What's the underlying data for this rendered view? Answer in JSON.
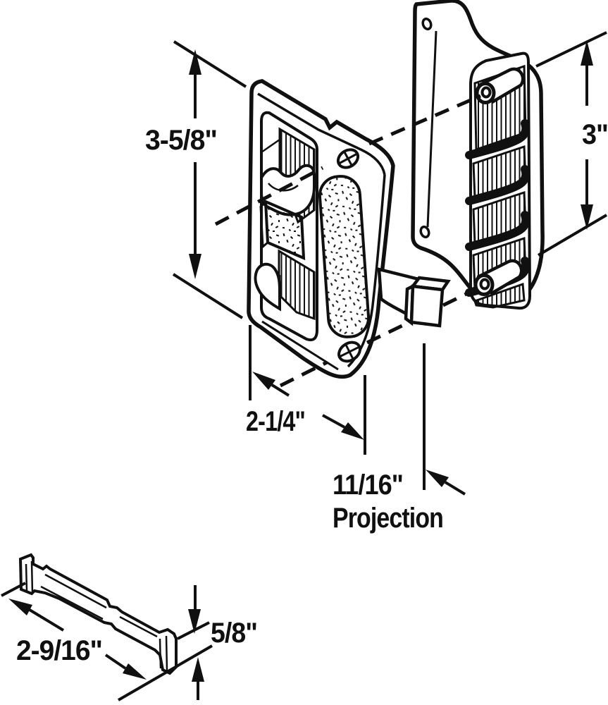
{
  "diagram": {
    "title": "sliding-door-handle-technical-drawing",
    "background_color": "#ffffff",
    "line_color": "#101010",
    "dimensions": {
      "main_height": "3-5/8\"",
      "pull_height": "3\"",
      "main_width": "2-1/4\"",
      "projection_value": "11/16\"",
      "projection_word": "Projection",
      "clip_length": "2-9/16\"",
      "clip_height": "5/8\""
    }
  }
}
